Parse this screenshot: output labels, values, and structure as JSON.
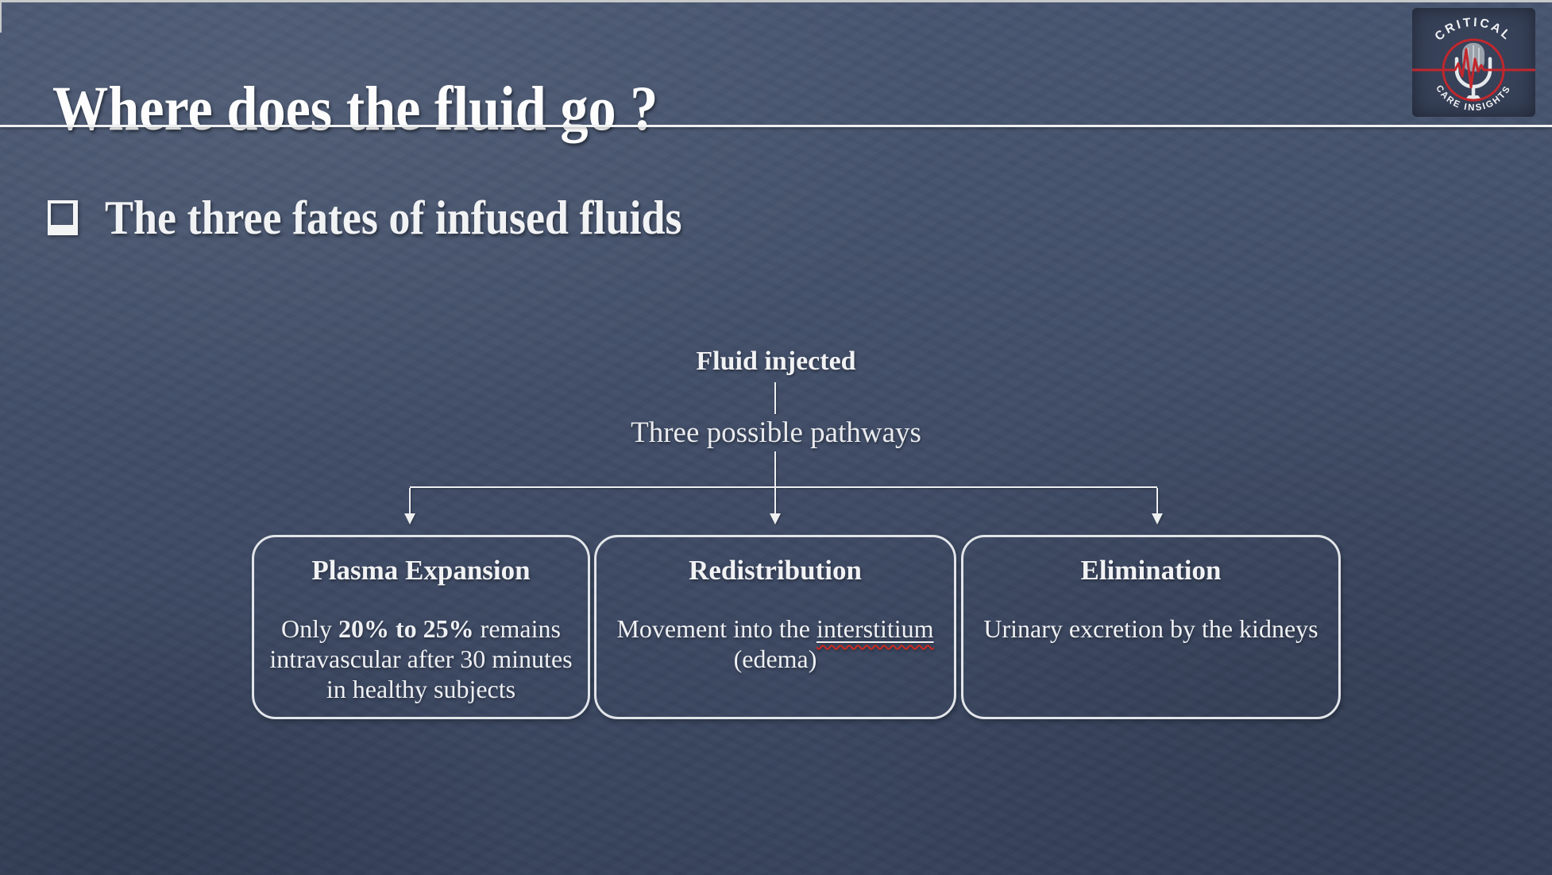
{
  "header": {
    "title": "Where does the fluid go ?",
    "logo": {
      "arc_top": "CRITICAL",
      "arc_bottom": "CARE INSIGHTS",
      "ring_color": "#c1272d"
    }
  },
  "bullet": {
    "text": "The three fates of infused fluids"
  },
  "flow": {
    "root_label": "Fluid injected",
    "branch_label": "Three possible pathways",
    "boxes": [
      {
        "heading": "Plasma Expansion",
        "line1_pre": "Only ",
        "line1_bold": "20% to 25%",
        "line1_post": " remains",
        "line2": "intravascular after 30 minutes",
        "line3": "in healthy subjects"
      },
      {
        "heading": "Redistribution",
        "line1_pre": "Movement into the ",
        "line1_underlined": "interstitium",
        "line2": "(edema)"
      },
      {
        "heading": "Elimination",
        "line1": "Urinary excretion by the kidneys"
      }
    ]
  },
  "colors": {
    "background_top": "#485570",
    "background_bottom": "#36415a",
    "text": "#f1f2f4",
    "line": "#edeff1",
    "accent_red": "#c1272d",
    "spellcheck_underline": "#cc2a20",
    "divider": "#eef0f2"
  }
}
